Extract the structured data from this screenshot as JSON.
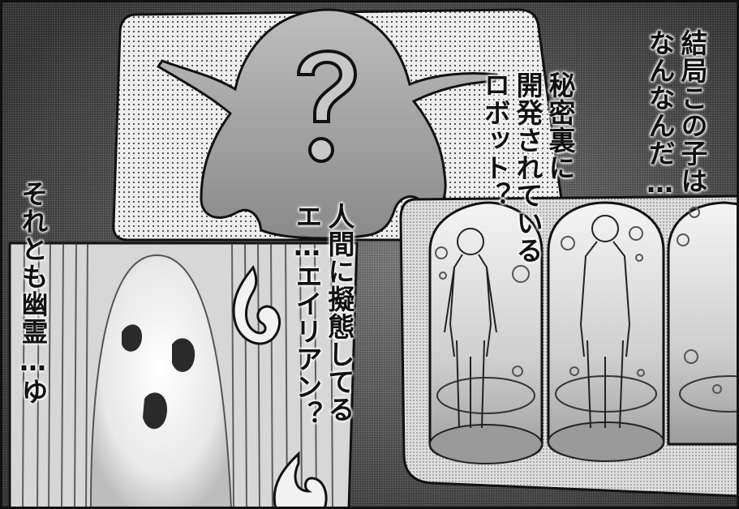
{
  "captions": {
    "what_is_this": [
      "結局この子は",
      "なんなんだ…"
    ],
    "robot": [
      "秘密裏に",
      "開発されている",
      "ロボット？"
    ],
    "alien": [
      "人間に擬態してる",
      "エ…エイリアン？"
    ],
    "ghost": [
      "それとも幽霊…ゆ"
    ]
  },
  "colors": {
    "ink": "#111111",
    "paper": "#ffffff",
    "tone": "#d4d4d4"
  },
  "icons": [
    "question-mark",
    "ghost-silhouette",
    "will-o-wisp-flame",
    "specimen-capsule"
  ]
}
